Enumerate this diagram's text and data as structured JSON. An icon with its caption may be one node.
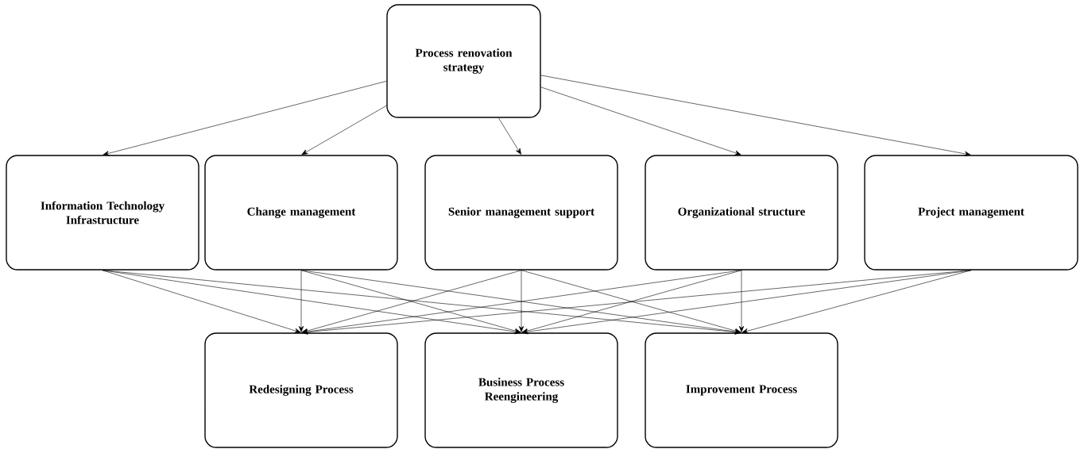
{
  "diagram": {
    "nodes": [
      {
        "text": [
          "Process renovation strategy"
        ]
      },
      {
        "text": [
          "Information Technology Infrastructure"
        ]
      },
      {
        "text": [
          "Change management"
        ]
      },
      {
        "text": [
          "Senior management support"
        ]
      },
      {
        "text": [
          "Organizational structure"
        ]
      },
      {
        "text": [
          "Project management"
        ]
      },
      {
        "text": [
          "Redesigning Process"
        ]
      },
      {
        "text": [
          "Business Process Reengineering"
        ]
      },
      {
        "text": [
          "Improvement Process"
        ]
      }
    ],
    "edges": [
      {
        "from": 0,
        "to": 1,
        "arrow": "to"
      },
      {
        "from": 0,
        "to": 2,
        "arrow": "to"
      },
      {
        "from": 0,
        "to": 3,
        "arrow": "to"
      },
      {
        "from": 0,
        "to": 4,
        "arrow": "to"
      },
      {
        "from": 0,
        "to": 5,
        "arrow": "to"
      },
      {
        "from": 1,
        "to": 6,
        "arrow": "to"
      },
      {
        "from": 1,
        "to": 7,
        "arrow": "to"
      },
      {
        "from": 1,
        "to": 8,
        "arrow": "to"
      },
      {
        "from": 2,
        "to": 6,
        "arrow": "to"
      },
      {
        "from": 2,
        "to": 7,
        "arrow": "to"
      },
      {
        "from": 2,
        "to": 8,
        "arrow": "to"
      },
      {
        "from": 3,
        "to": 6,
        "arrow": "to"
      },
      {
        "from": 3,
        "to": 7,
        "arrow": "to"
      },
      {
        "from": 3,
        "to": 8,
        "arrow": "to"
      },
      {
        "from": 4,
        "to": 6,
        "arrow": "to"
      },
      {
        "from": 4,
        "to": 7,
        "arrow": "to"
      },
      {
        "from": 4,
        "to": 8,
        "arrow": "to"
      },
      {
        "from": 5,
        "to": 6,
        "arrow": "to"
      },
      {
        "from": 5,
        "to": 7,
        "arrow": "to"
      },
      {
        "from": 5,
        "to": 8,
        "arrow": "to"
      }
    ]
  }
}
